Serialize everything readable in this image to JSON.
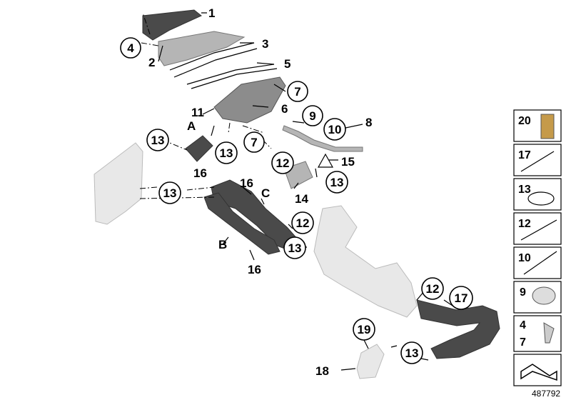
{
  "diagram": {
    "doc_number": "487792",
    "labels": {
      "p1": "1",
      "p2": "2",
      "p3": "3",
      "p4": "4",
      "p5": "5",
      "p6": "6",
      "p7a": "7",
      "p7b": "7",
      "p8": "8",
      "p9": "9",
      "p10": "10",
      "p11": "11",
      "p12a": "12",
      "p12b": "12",
      "p12c": "12",
      "p13a": "13",
      "p13b": "13",
      "p13c": "13",
      "p13d": "13",
      "p13e": "13",
      "p13f": "13",
      "p14": "14",
      "p15": "15",
      "p16a": "16",
      "p16b": "16",
      "p16c": "16",
      "p17": "17",
      "p18": "18",
      "p19": "19",
      "pA": "A",
      "pB": "B",
      "pC": "C"
    },
    "legend": [
      {
        "label": "20"
      },
      {
        "label": "17"
      },
      {
        "label": "13"
      },
      {
        "label": "12"
      },
      {
        "label": "10"
      },
      {
        "label": "9"
      },
      {
        "label": "4"
      },
      {
        "label": "7"
      },
      {
        "label": ""
      }
    ]
  }
}
